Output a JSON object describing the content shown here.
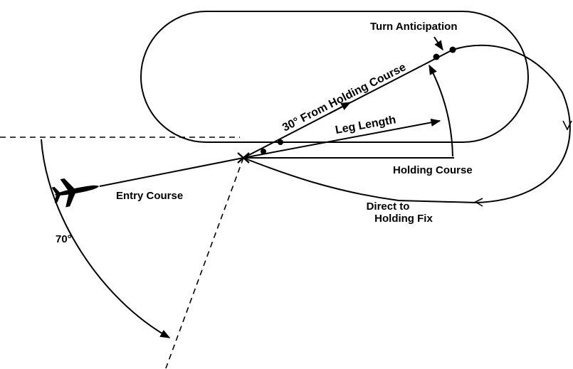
{
  "labels": {
    "turn_anticipation": "Turn Anticipation",
    "from_holding_course": "30° From Holding Course",
    "leg_length": "Leg Length",
    "holding_course": "Holding Course",
    "entry_course": "Entry Course",
    "direct_to_line1": "Direct to",
    "direct_to_line2": "Holding Fix",
    "angle": "70°"
  },
  "colors": {
    "ink": "#000000",
    "background": "#ffffff"
  },
  "icons": {
    "aircraft": "airplane-icon",
    "fix": "fix-x-icon"
  }
}
